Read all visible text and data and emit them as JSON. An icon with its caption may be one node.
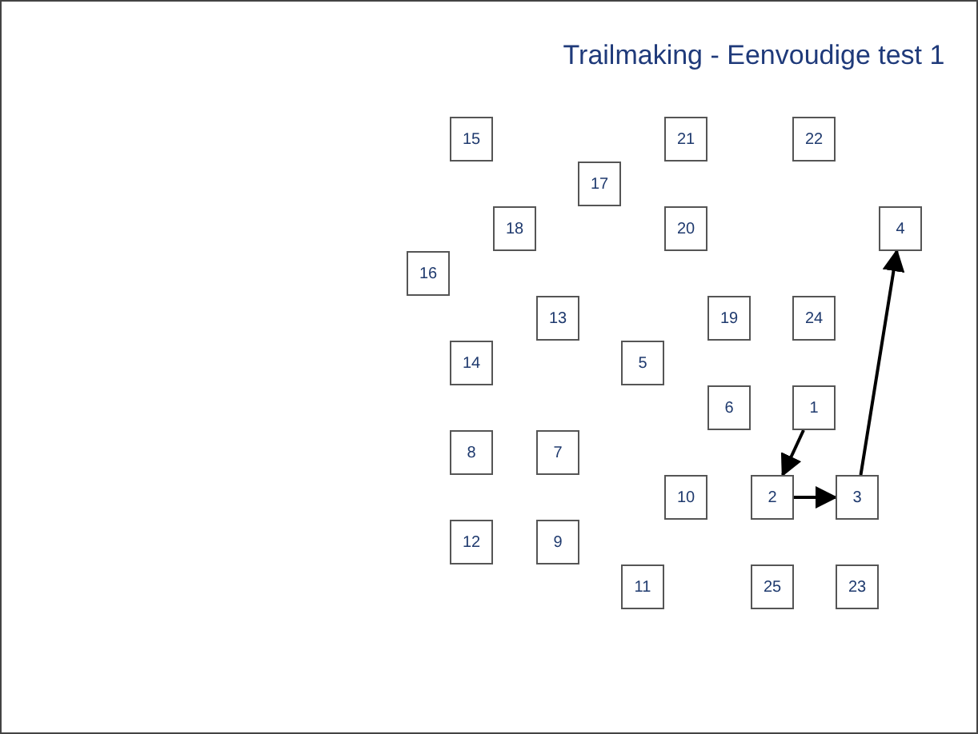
{
  "diagram": {
    "title": "Trailmaking  - Eenvoudige test 1",
    "nodes": [
      {
        "text": [
          "15"
        ]
      },
      {
        "text": [
          "21"
        ]
      },
      {
        "text": [
          "22"
        ]
      },
      {
        "text": [
          "17"
        ]
      },
      {
        "text": [
          "18"
        ]
      },
      {
        "text": [
          "20"
        ]
      },
      {
        "text": [
          "4"
        ]
      },
      {
        "text": [
          "16"
        ]
      },
      {
        "text": [
          "13"
        ]
      },
      {
        "text": [
          "19"
        ]
      },
      {
        "text": [
          "24"
        ]
      },
      {
        "text": [
          "14"
        ]
      },
      {
        "text": [
          "5"
        ]
      },
      {
        "text": [
          "6"
        ]
      },
      {
        "text": [
          "1"
        ]
      },
      {
        "text": [
          "8"
        ]
      },
      {
        "text": [
          "7"
        ]
      },
      {
        "text": [
          "10"
        ]
      },
      {
        "text": [
          "2"
        ]
      },
      {
        "text": [
          "3"
        ]
      },
      {
        "text": [
          "12"
        ]
      },
      {
        "text": [
          "9"
        ]
      },
      {
        "text": [
          "11"
        ]
      },
      {
        "text": [
          "25"
        ]
      },
      {
        "text": [
          "23"
        ]
      }
    ],
    "edges": [
      {
        "from": 14,
        "to": 18,
        "arrow": "to"
      },
      {
        "from": 18,
        "to": 19,
        "arrow": "to"
      },
      {
        "from": 19,
        "to": 6,
        "arrow": "to"
      }
    ]
  }
}
